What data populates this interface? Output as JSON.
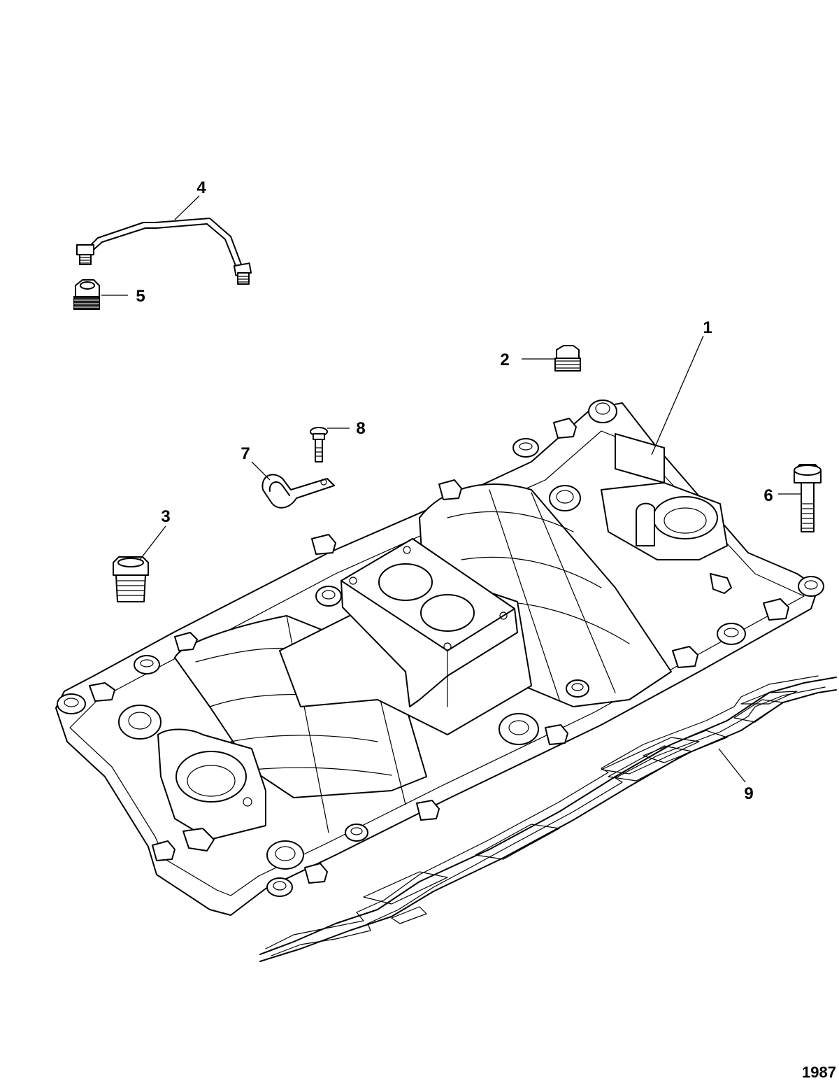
{
  "diagram": {
    "callouts": [
      {
        "id": "callout-1",
        "label": "1"
      },
      {
        "id": "callout-2",
        "label": "2"
      },
      {
        "id": "callout-3",
        "label": "3"
      },
      {
        "id": "callout-4",
        "label": "4"
      },
      {
        "id": "callout-5",
        "label": "5"
      },
      {
        "id": "callout-6",
        "label": "6"
      },
      {
        "id": "callout-7",
        "label": "7"
      },
      {
        "id": "callout-8",
        "label": "8"
      },
      {
        "id": "callout-9",
        "label": "9"
      }
    ],
    "figure_number": "1987"
  }
}
